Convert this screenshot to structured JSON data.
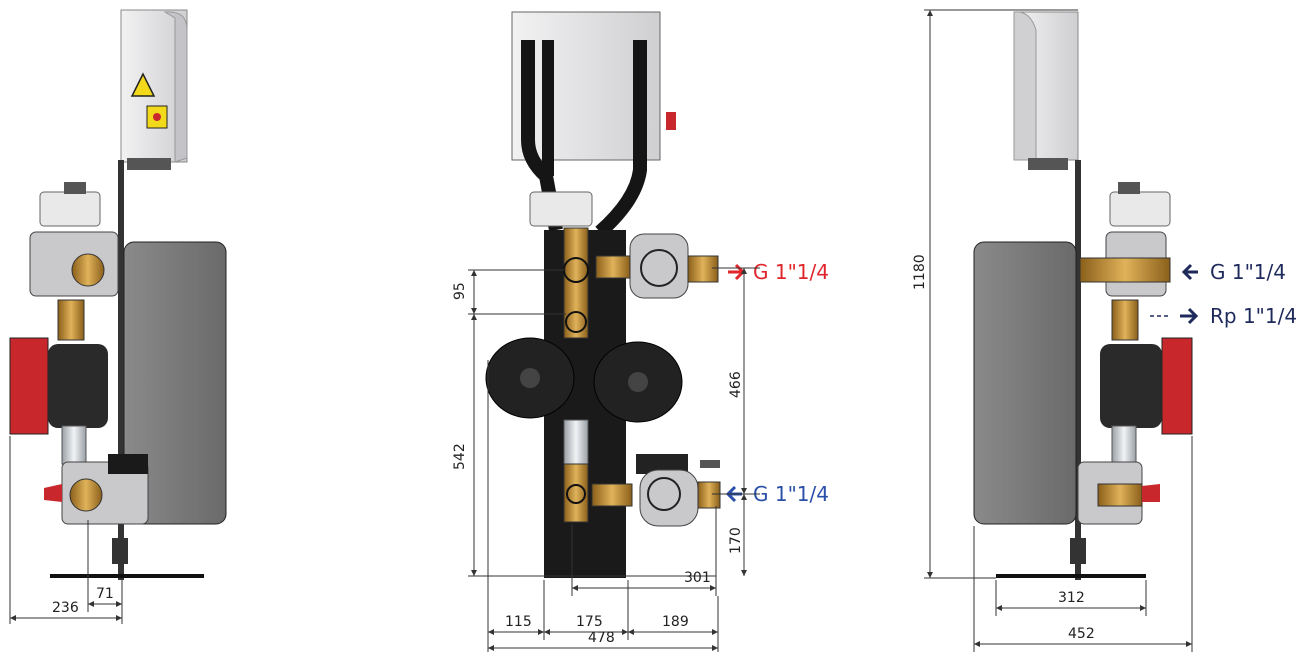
{
  "left_view": {
    "dims": {
      "offset": "236",
      "spacing": "71"
    }
  },
  "center_view": {
    "dims": {
      "top_spacing": "95",
      "height": "542",
      "center_span": "466",
      "bottom_height": "170",
      "depth": "301",
      "w_left": "115",
      "w_mid": "175",
      "w_right": "189",
      "w_total": "478"
    },
    "connections": {
      "supply": {
        "label": "G 1\"1/4",
        "color": "#e0262b"
      },
      "return": {
        "label": "G 1\"1/4",
        "color": "#2a4fa8"
      }
    }
  },
  "right_view": {
    "dims": {
      "total_height": "1180",
      "base_width": "312",
      "total_width": "452"
    },
    "connections": {
      "inlet": {
        "label": "G 1\"1/4",
        "color": "#1f2a5c"
      },
      "outlet": {
        "label": "Rp 1\"1/4",
        "color": "#1f2a5c"
      }
    }
  },
  "colors": {
    "housing": "#e3e3e5",
    "tank": "#7a7a7a",
    "pump_red": "#c8282c",
    "brass": "#b8872e",
    "black": "#1a1a1a"
  }
}
